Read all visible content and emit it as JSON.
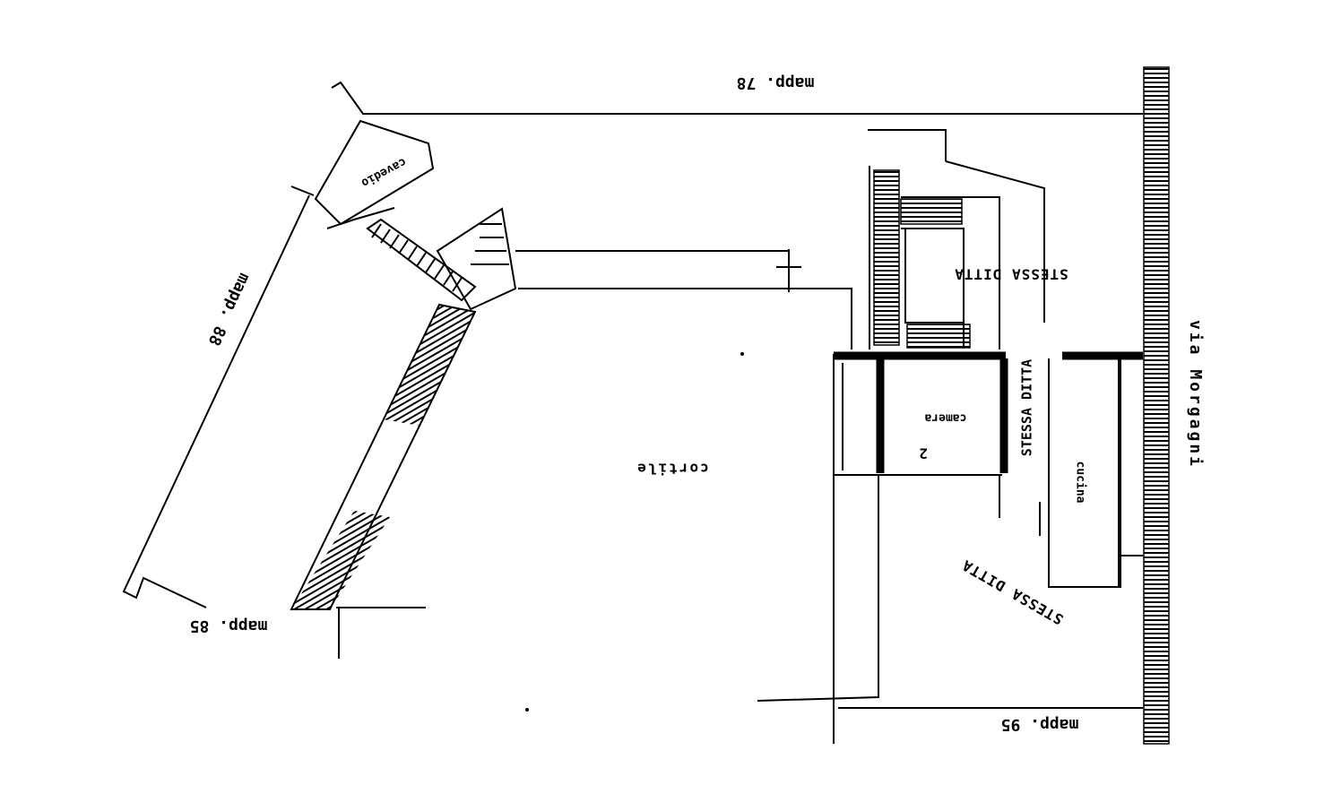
{
  "plan": {
    "labels": {
      "mapp78": "mapp. 78",
      "mapp88": "mapp. 88",
      "mapp85": "mapp. 85",
      "mapp95": "mapp. 95",
      "cavedio": "cavedio",
      "cortile": "cortile",
      "stessa_ditta_1": "STESSA DITTA",
      "stessa_ditta_2": "STESSA DITTA",
      "stessa_ditta_3": "STESSA DITTA",
      "camera": "camera",
      "camera_number": "2",
      "cucina": "cucina",
      "street": "via Morgagni"
    },
    "orientation": "rotated 180 degrees"
  }
}
